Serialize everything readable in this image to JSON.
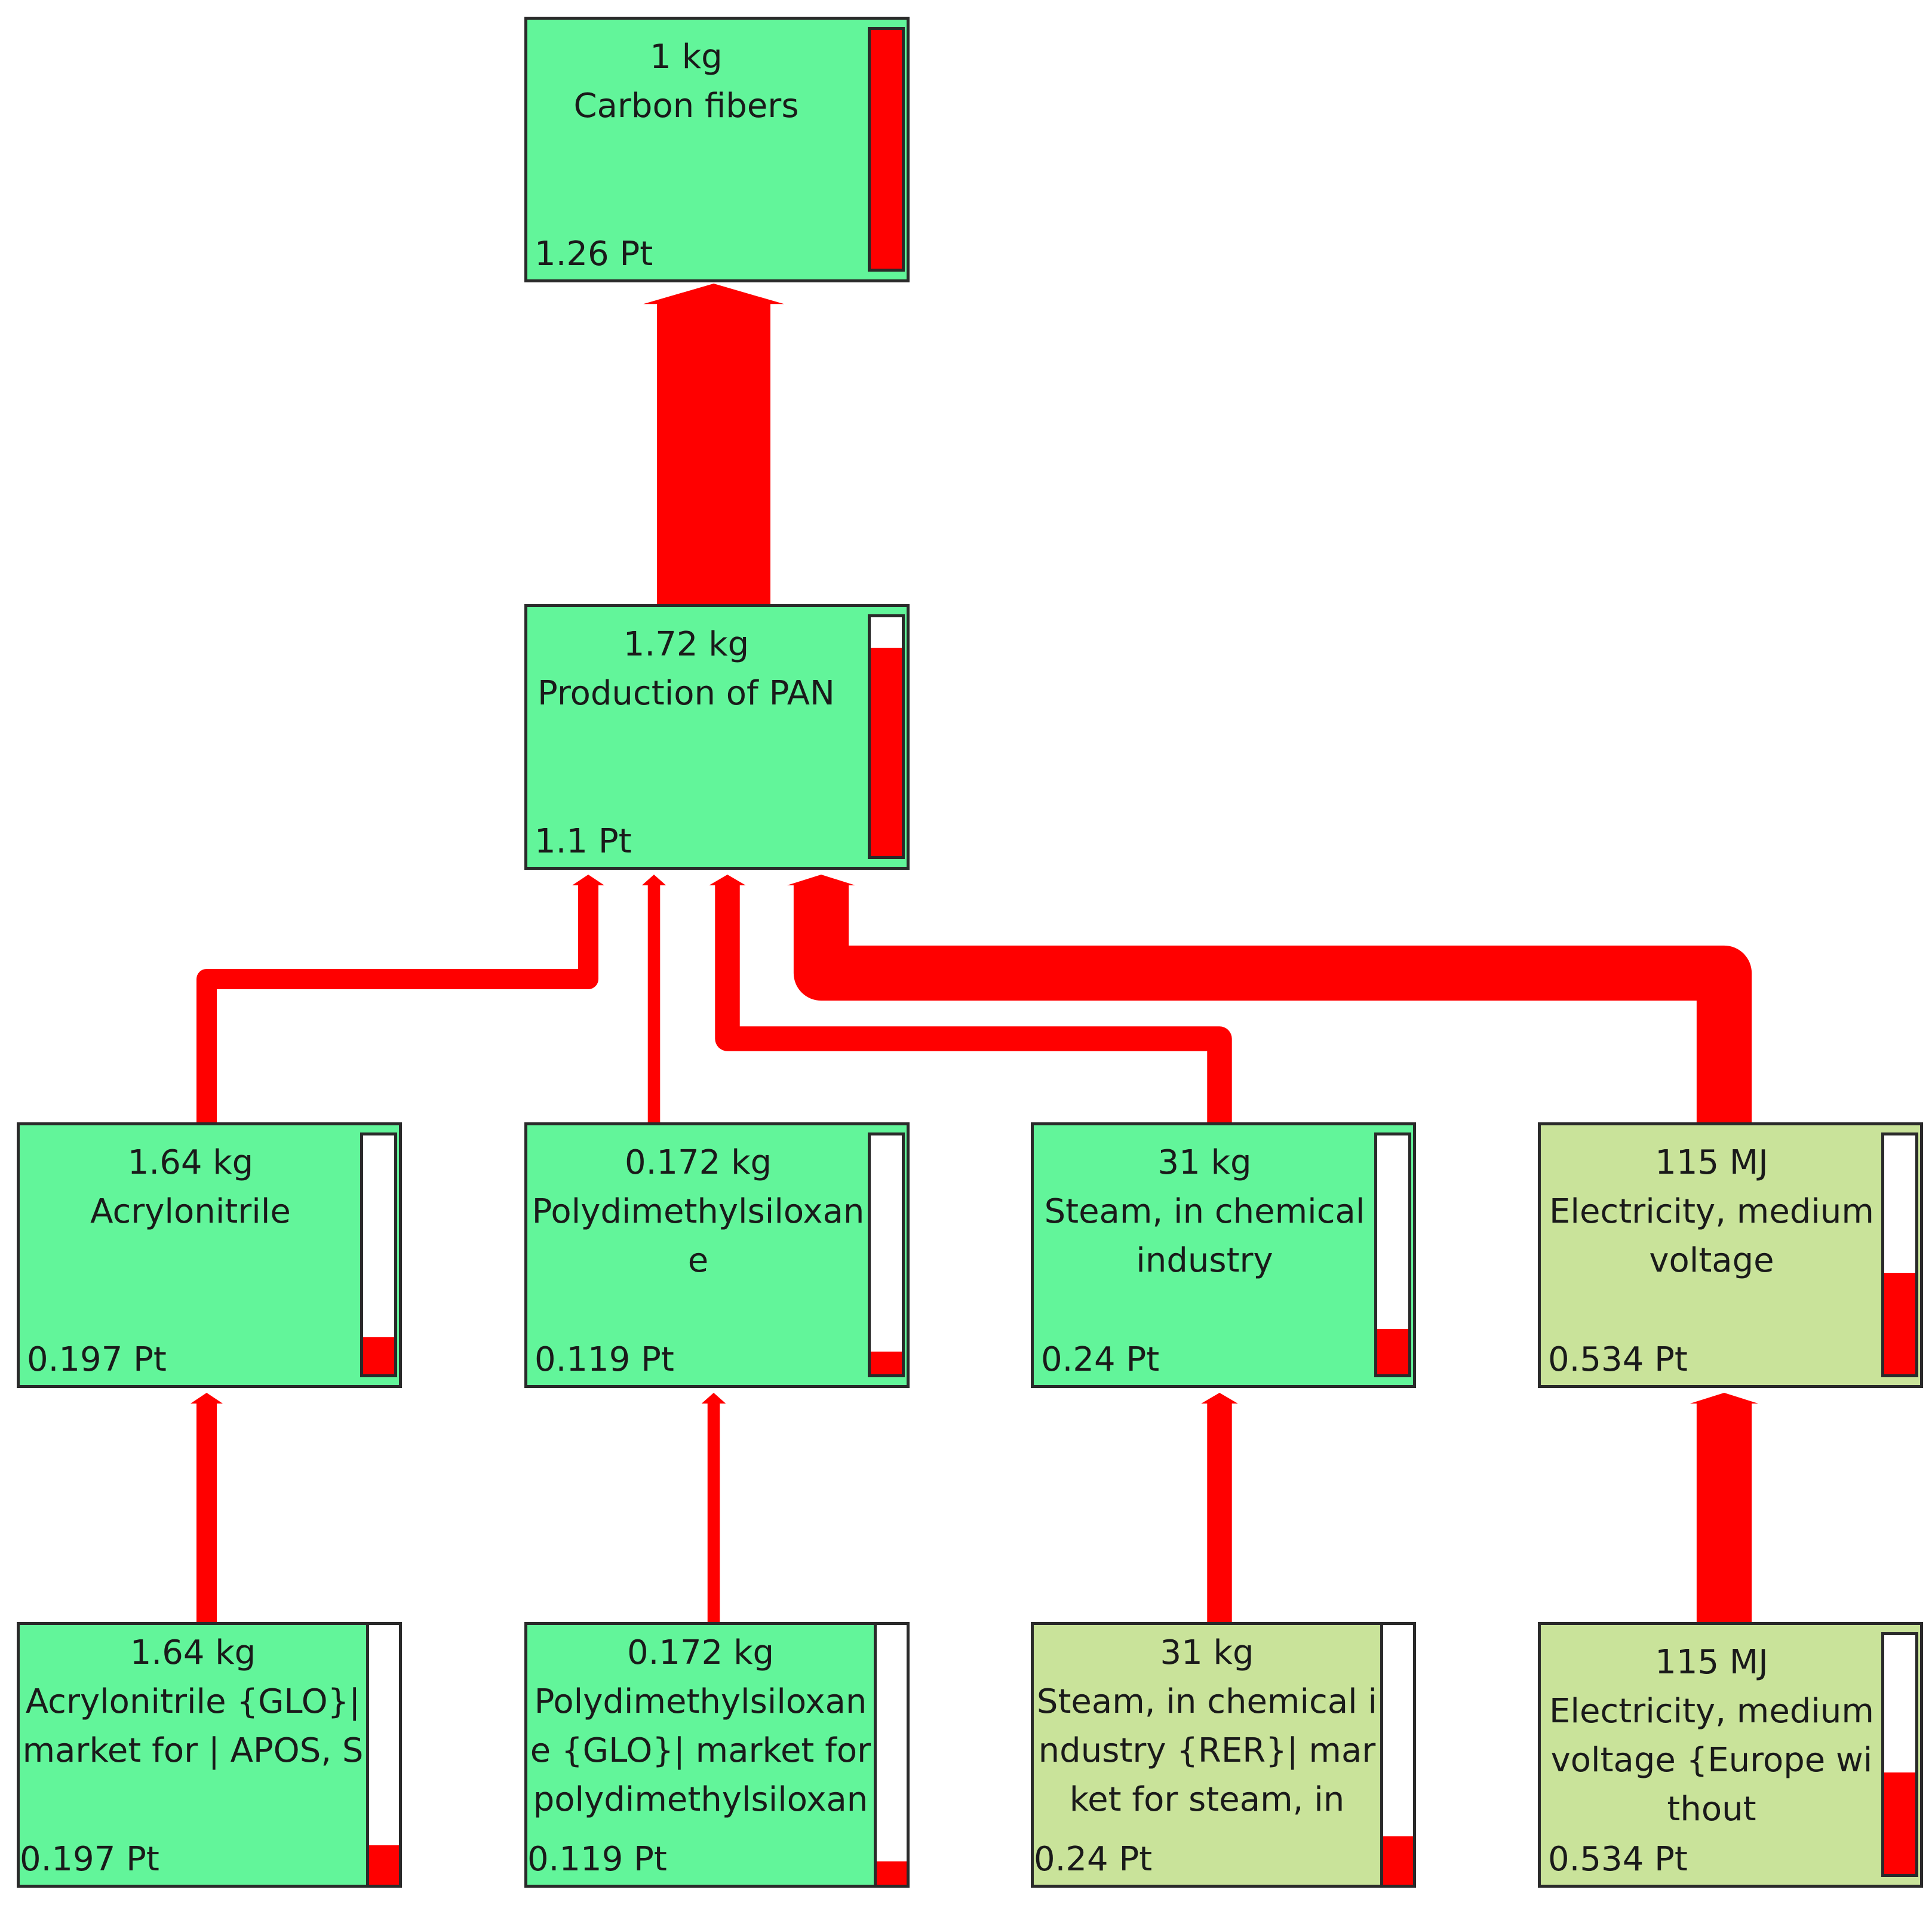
{
  "colors": {
    "flow": "#ff0000",
    "node_fill_primary": "#62f59a",
    "node_fill_secondary": "#c9e39a",
    "node_border": "#2a2a2a",
    "indicator_fill": "#ff0000"
  },
  "nodes": {
    "carbon": {
      "amount": "1 kg",
      "name": "Carbon fibers",
      "score": "1.26 Pt",
      "indicator_level": 1.0
    },
    "pan": {
      "amount": "1.72 kg",
      "name": "Production of PAN",
      "score": "1.1 Pt",
      "indicator_level": 0.873
    },
    "acry": {
      "amount": "1.64 kg",
      "name": "Acrylonitrile",
      "score": "0.197 Pt",
      "indicator_level": 0.156
    },
    "pdms": {
      "amount": "0.172 kg",
      "name": "Polydimethylsiloxane",
      "score": "0.119 Pt",
      "indicator_level": 0.094
    },
    "steam": {
      "amount": "31 kg",
      "name": "Steam, in chemical industry",
      "score": "0.24 Pt",
      "indicator_level": 0.19
    },
    "elec": {
      "amount": "115 MJ",
      "name": "Electricity, medium voltage",
      "score": "0.534 Pt",
      "indicator_level": 0.424
    },
    "acry_mkt": {
      "amount": "1.64 kg",
      "name": "Acrylonitrile {GLO}| market for | APOS, S",
      "score": "0.197 Pt",
      "indicator_level": 0.156
    },
    "pdms_mkt": {
      "amount": "0.172 kg",
      "name": "Polydimethylsiloxane {GLO}| market for polydimethylsiloxane",
      "score": "0.119 Pt",
      "indicator_level": 0.094
    },
    "steam_mkt": {
      "amount": "31 kg",
      "name": "Steam, in chemical industry {RER}| market for steam, in",
      "score": "0.24 Pt",
      "indicator_level": 0.19
    },
    "elec_mkt": {
      "amount": "115 MJ",
      "name": "Electricity, medium voltage {Europe without",
      "score": "0.534 Pt",
      "indicator_level": 0.424
    }
  },
  "flows": [
    {
      "from": "pan",
      "to": "carbon",
      "value": 1.1
    },
    {
      "from": "acry",
      "to": "pan",
      "value": 0.197
    },
    {
      "from": "pdms",
      "to": "pan",
      "value": 0.119
    },
    {
      "from": "steam",
      "to": "pan",
      "value": 0.24
    },
    {
      "from": "elec",
      "to": "pan",
      "value": 0.534
    },
    {
      "from": "acry_mkt",
      "to": "acry",
      "value": 0.197
    },
    {
      "from": "pdms_mkt",
      "to": "pdms",
      "value": 0.119
    },
    {
      "from": "steam_mkt",
      "to": "steam",
      "value": 0.24
    },
    {
      "from": "elec_mkt",
      "to": "elec",
      "value": 0.534
    }
  ]
}
